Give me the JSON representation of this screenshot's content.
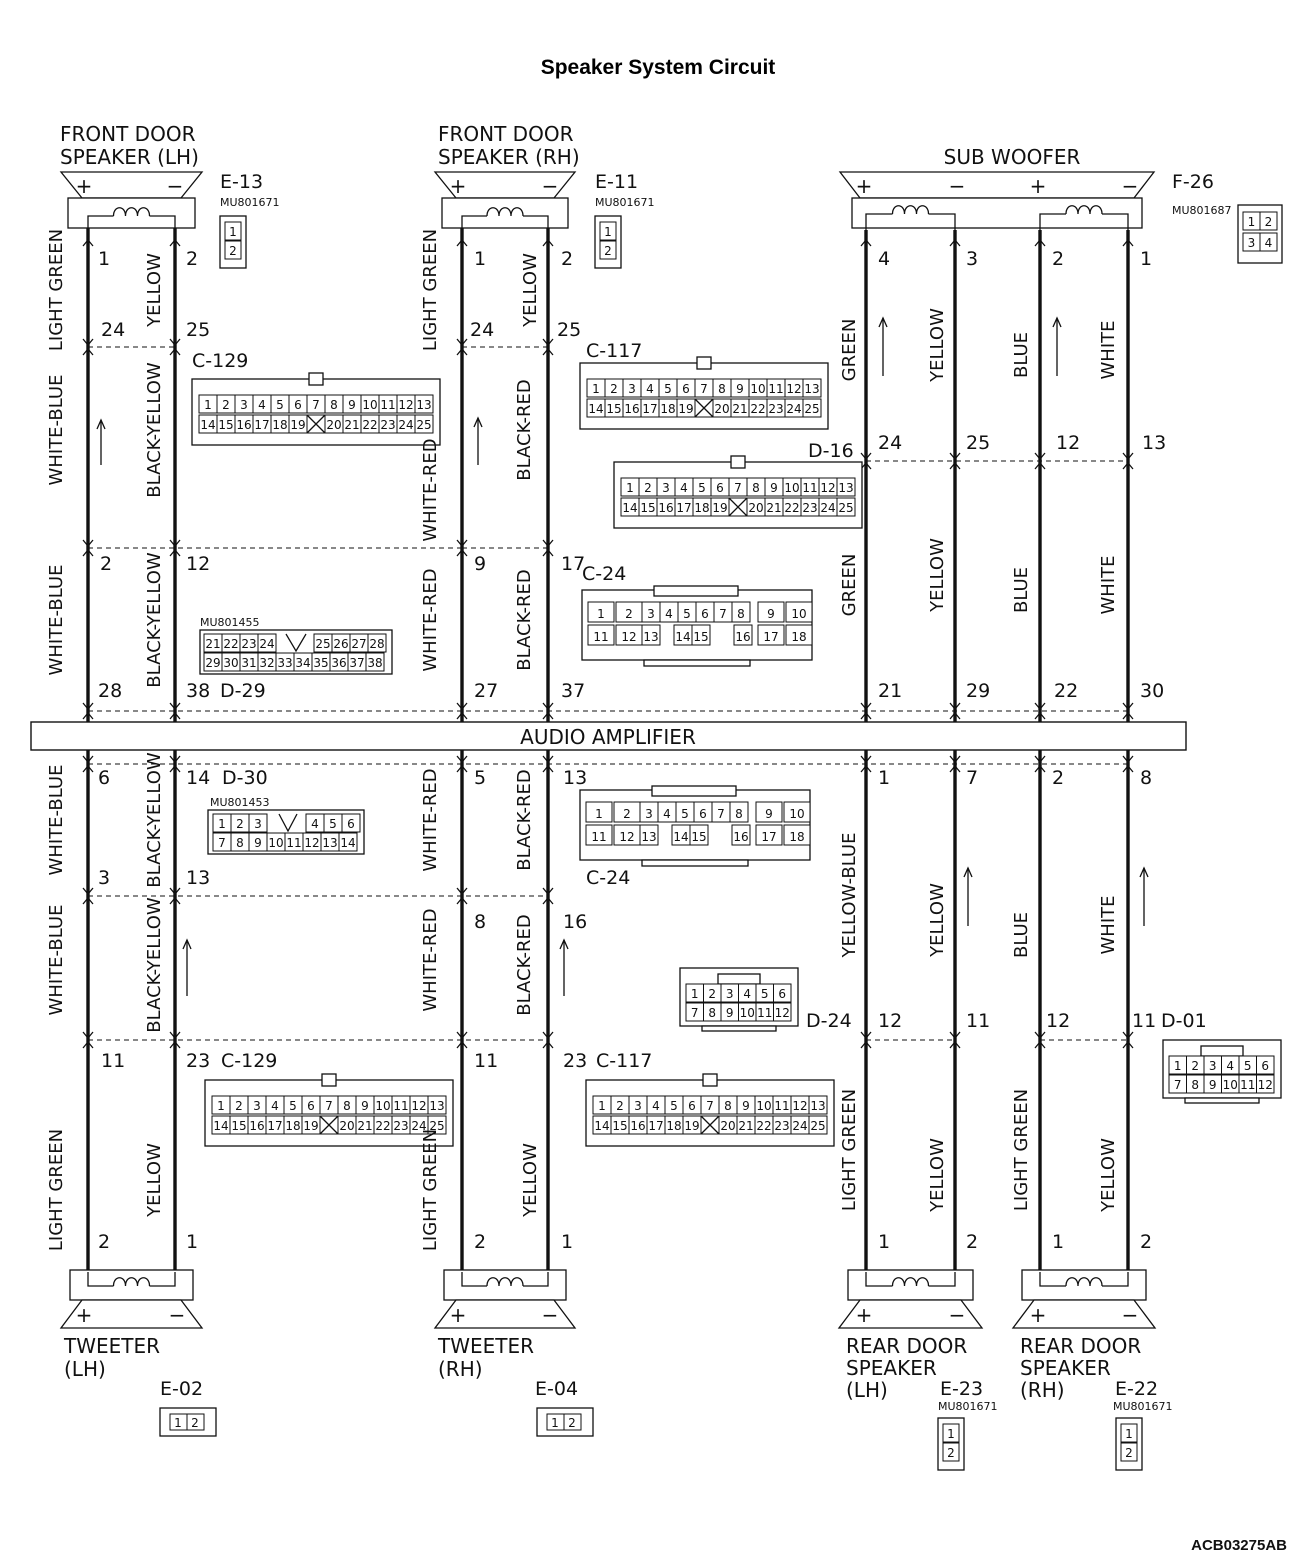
{
  "title": "Speaker System Circuit",
  "reference_code": "ACB03275AB",
  "amplifier": {
    "label": "AUDIO AMPLIFIER"
  },
  "speakers": [
    {
      "id": "fl",
      "name_line1": "FRONT DOOR",
      "name_line2": "SPEAKER (LH)",
      "connector": "E-13",
      "part": "MU801671",
      "plus": "+",
      "minus": "−"
    },
    {
      "id": "fr",
      "name_line1": "FRONT DOOR",
      "name_line2": "SPEAKER (RH)",
      "connector": "E-11",
      "part": "MU801671",
      "plus": "+",
      "minus": "−"
    },
    {
      "id": "sw",
      "name_line1": "SUB WOOFER",
      "name_line2": "",
      "connector": "F-26",
      "part": "MU801687",
      "plus": "+",
      "minus": "−"
    },
    {
      "id": "tl",
      "name_line1": "TWEETER",
      "name_line2": "(LH)",
      "connector": "E-02",
      "part": "",
      "plus": "+",
      "minus": "−"
    },
    {
      "id": "tr",
      "name_line1": "TWEETER",
      "name_line2": "(RH)",
      "connector": "E-04",
      "part": "",
      "plus": "+",
      "minus": "−"
    },
    {
      "id": "rl",
      "name_line1": "REAR DOOR",
      "name_line2": "SPEAKER",
      "name_line3": "(LH)",
      "connector": "E-23",
      "part": "MU801671",
      "plus": "+",
      "minus": "−"
    },
    {
      "id": "rr",
      "name_line1": "REAR DOOR",
      "name_line2": "SPEAKER",
      "name_line3": "(RH)",
      "connector": "E-22",
      "part": "MU801671",
      "plus": "+",
      "minus": "−"
    }
  ],
  "connectors": [
    {
      "id": "C-129",
      "type": "25-pin"
    },
    {
      "id": "C-117",
      "type": "25-pin"
    },
    {
      "id": "D-16",
      "type": "25-pin"
    },
    {
      "id": "C-24",
      "type": "18-pin"
    },
    {
      "id": "D-29",
      "part": "MU801455"
    },
    {
      "id": "D-30",
      "part": "MU801453"
    },
    {
      "id": "D-24",
      "type": "12-pin"
    },
    {
      "id": "D-01",
      "type": "12-pin"
    }
  ],
  "connector_cells": {
    "c25_top": [
      "1",
      "2",
      "3",
      "4",
      "5",
      "6",
      "7",
      "8",
      "9",
      "10",
      "11",
      "12",
      "13"
    ],
    "c25_bot": [
      "14",
      "15",
      "16",
      "17",
      "18",
      "19",
      "",
      "20",
      "21",
      "22",
      "23",
      "24",
      "25"
    ],
    "c18_top": [
      "1",
      "2",
      "3",
      "4",
      "5",
      "6",
      "7",
      "8",
      "9",
      "10"
    ],
    "c18_bot": [
      "11",
      "12",
      "13",
      "14",
      "15",
      "16",
      "17",
      "18"
    ],
    "d29_top": [
      "21",
      "22",
      "23",
      "24",
      "",
      "25",
      "26",
      "27",
      "28"
    ],
    "d29_bot": [
      "29",
      "30",
      "31",
      "32",
      "33",
      "34",
      "35",
      "36",
      "37",
      "38"
    ],
    "d30_top": [
      "1",
      "2",
      "3",
      "",
      "4",
      "5",
      "6"
    ],
    "d30_bot": [
      "7",
      "8",
      "9",
      "10",
      "11",
      "12",
      "13",
      "14"
    ],
    "c12_top": [
      "1",
      "2",
      "3",
      "4",
      "5",
      "6"
    ],
    "c12_bot": [
      "7",
      "8",
      "9",
      "10",
      "11",
      "12"
    ],
    "c4_top": [
      "1",
      "2"
    ],
    "c4_bot": [
      "3",
      "4"
    ],
    "c2": [
      "1",
      "2"
    ]
  },
  "wire_colors": {
    "light_green": "LIGHT GREEN",
    "yellow": "YELLOW",
    "white_blue": "WHITE-BLUE",
    "black_yellow": "BLACK-YELLOW",
    "white_red": "WHITE-RED",
    "black_red": "BLACK-RED",
    "green": "GREEN",
    "blue": "BLUE",
    "white": "WHITE",
    "yellow_blue": "YELLOW-BLUE"
  },
  "pins": {
    "fl_spk": [
      "1",
      "2"
    ],
    "fl_c129": [
      "24",
      "25"
    ],
    "fl_d29_in": [
      "2",
      "12"
    ],
    "fl_d29": [
      "28",
      "38"
    ],
    "fr_spk": [
      "1",
      "2"
    ],
    "fr_c117": [
      "24",
      "25"
    ],
    "fr_d29_in": [
      "9",
      "17"
    ],
    "fr_d29": [
      "27",
      "37"
    ],
    "sw_spk": [
      "4",
      "3",
      "2",
      "1"
    ],
    "sw_d16": [
      "24",
      "25",
      "12",
      "13"
    ],
    "sw_amp": [
      "21",
      "29",
      "22",
      "30"
    ],
    "tl_amp": [
      "6",
      "14"
    ],
    "tl_mid": [
      "3",
      "13"
    ],
    "tl_c129": [
      "11",
      "23"
    ],
    "tl_spk": [
      "2",
      "1"
    ],
    "tr_amp": [
      "5",
      "13"
    ],
    "tr_mid": [
      "8",
      "16"
    ],
    "tr_c117": [
      "11",
      "23"
    ],
    "tr_spk": [
      "2",
      "1"
    ],
    "rl_amp": [
      "1",
      "7"
    ],
    "rl_d24": [
      "12",
      "11"
    ],
    "rl_spk": [
      "1",
      "2"
    ],
    "rr_amp": [
      "2",
      "8"
    ],
    "rr_d01": [
      "12",
      "11"
    ],
    "rr_spk": [
      "1",
      "2"
    ]
  }
}
